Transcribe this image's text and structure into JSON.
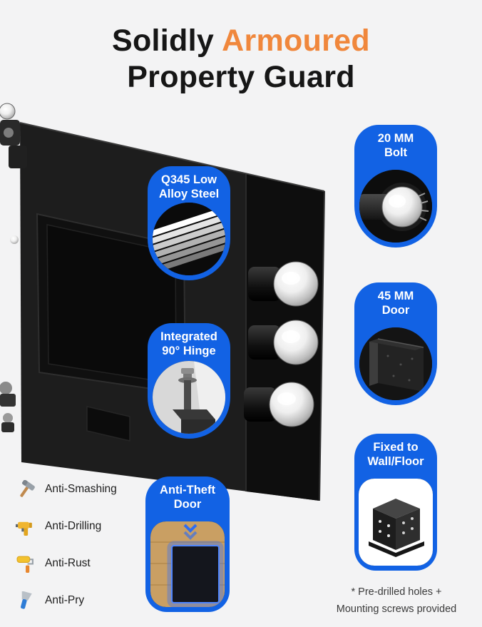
{
  "title": {
    "word1": "Solidly",
    "word2": "Armoured",
    "line2": "Property Guard"
  },
  "colors": {
    "accent_orange": "#F0873C",
    "accent_blue": "#1262E4",
    "background": "#F3F3F4"
  },
  "callouts": {
    "q345": {
      "line1": "Q345 Low",
      "line2": "Alloy Steel",
      "icon": "steel-layers-icon"
    },
    "hinge": {
      "line1": "Integrated",
      "line2": "90° Hinge",
      "icon": "hinge-pin-icon"
    },
    "theft": {
      "line1": "Anti-Theft",
      "line2": "Door",
      "icon": "glowing-door-icon"
    },
    "bolt": {
      "line1": "20 MM",
      "line2": "Bolt",
      "icon": "chrome-bolt-icon"
    },
    "door45": {
      "line1": "45 MM",
      "line2": "Door",
      "icon": "door-slab-icon"
    },
    "fixed": {
      "line1": "Fixed to",
      "line2": "Wall/Floor",
      "icon": "anchored-box-icon"
    }
  },
  "features": {
    "items": [
      {
        "label": "Anti-Smashing",
        "icon": "hammer-icon"
      },
      {
        "label": "Anti-Drilling",
        "icon": "drill-icon"
      },
      {
        "label": "Anti-Rust",
        "icon": "paint-roller-icon"
      },
      {
        "label": "Anti-Pry",
        "icon": "scraper-icon"
      }
    ]
  },
  "footnote": {
    "line1": "* Pre-drilled holes +",
    "line2": "Mounting screws provided"
  }
}
